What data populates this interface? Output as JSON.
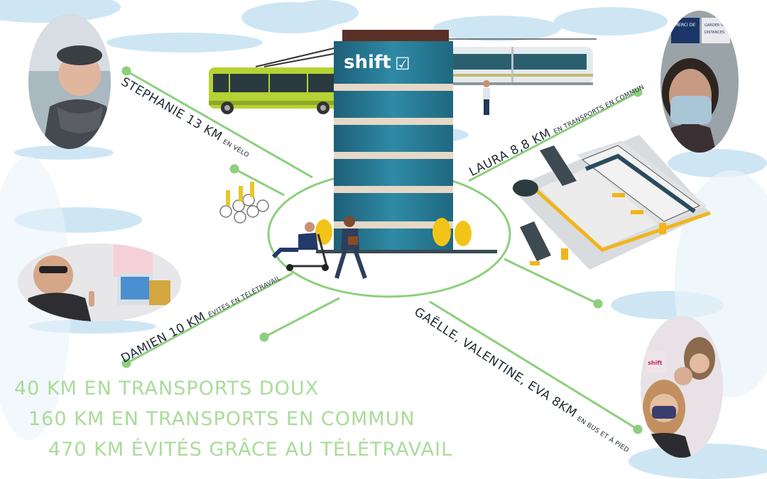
{
  "brand": {
    "name": "shift",
    "check_glyph": "☑"
  },
  "colors": {
    "accent_green": "#8ccf7d",
    "stat_green": "#a9dc98",
    "tower_teal": "#2d7d96",
    "bus_lime": "#b5d334",
    "cloud_blue": "#c6e2f2"
  },
  "routes": [
    {
      "id": "stephanie",
      "name": "STEPHANIE 13 KM",
      "mode": "EN VÉLO"
    },
    {
      "id": "laura",
      "name": "LAURA 8,8 KM",
      "mode": "EN TRANSPORTS EN COMMUN"
    },
    {
      "id": "damien",
      "name": "DAMIEN 10 KM",
      "mode": "ÉVITÉS EN TÉLÉTRAVAIL"
    },
    {
      "id": "gaelle",
      "name": "GAËLLE, VALENTINE, EVA 8KM",
      "mode": "EN BUS ET À PIED"
    }
  ],
  "stats": [
    "40 KM EN TRANSPORTS DOUX",
    "160 KM EN TRANSPORTS EN COMMUN",
    "470 KM ÉVITÉS GRÂCE AU TÉLÉTRAVAIL"
  ],
  "photo_sign": {
    "line1": "MERCI DE",
    "line2": "GARDER VOS",
    "line3": "DISTANCES"
  }
}
